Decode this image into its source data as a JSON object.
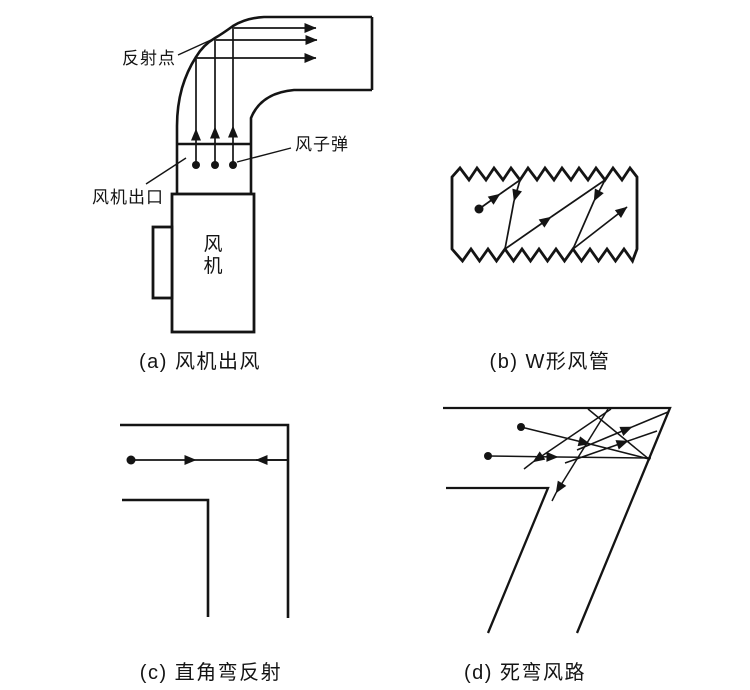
{
  "figure": {
    "background": "#ffffff",
    "ink_color": "#141414"
  },
  "panels": {
    "a": {
      "caption": "(a) 风机出风",
      "labels": {
        "reflection_point": "反射点",
        "wind_bullet": "风子弹",
        "fan_outlet": "风机出口",
        "fan": "风机"
      }
    },
    "b": {
      "caption": "(b) W形风管"
    },
    "c": {
      "caption": "(c) 直角弯反射"
    },
    "d": {
      "caption": "(d) 死弯风路"
    }
  }
}
